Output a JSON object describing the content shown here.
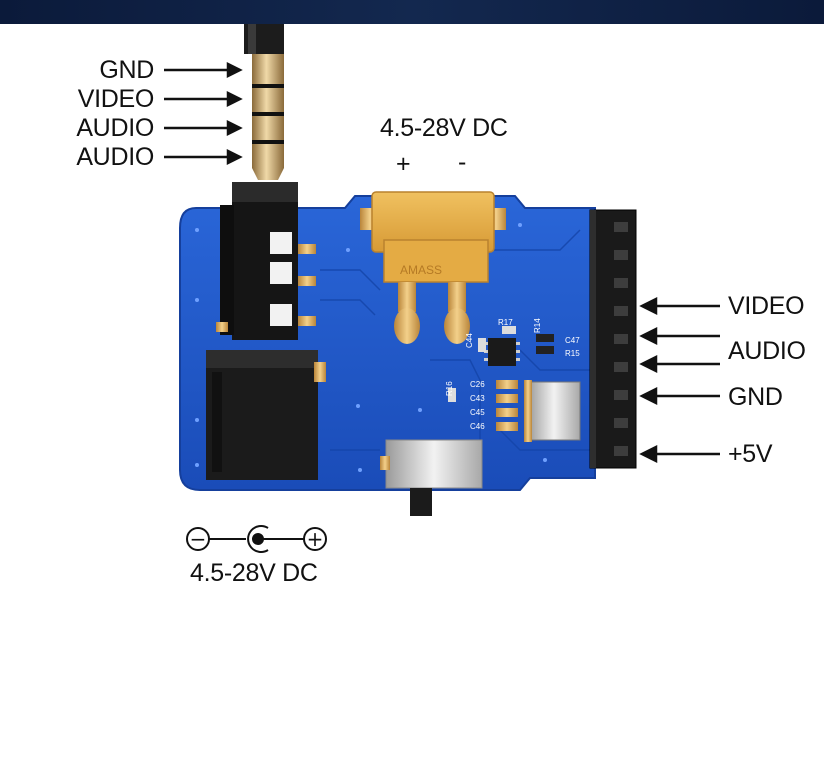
{
  "plug_labels": [
    "GND",
    "VIDEO",
    "AUDIO",
    "AUDIO"
  ],
  "xt_connector": {
    "voltage": "4.5-28V DC",
    "plus": "+",
    "minus": "-"
  },
  "header_labels": [
    "VIDEO",
    "AUDIO",
    "GND",
    "+5V"
  ],
  "barrel_jack": {
    "voltage": "4.5-28V DC",
    "minus_symbol": "−",
    "plus_symbol": "+"
  },
  "silkscreen": {
    "r17": "R17",
    "r14": "R14",
    "c44": "C44",
    "c47": "C47",
    "r15": "R15",
    "r16": "R16",
    "c26": "C26",
    "c43": "C43",
    "c45": "C45",
    "c46": "C46"
  },
  "colors": {
    "pcb_blue": "#1f57c9",
    "connector_yellow": "#e8b04a",
    "header_black": "#1a1a1a"
  }
}
